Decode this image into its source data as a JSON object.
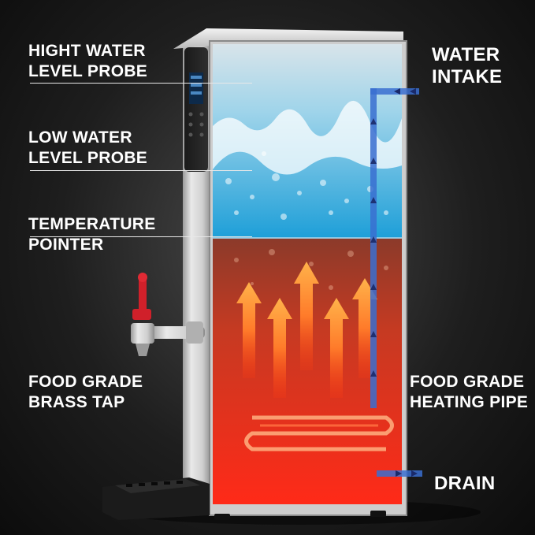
{
  "labels": {
    "high_probe": [
      "HIGHT WATER",
      "LEVEL PROBE"
    ],
    "low_probe": [
      "LOW WATER",
      "LEVEL PROBE"
    ],
    "temperature": [
      "TEMPERATURE",
      "POINTER"
    ],
    "brass_tap": [
      "FOOD GRADE",
      "BRASS TAP"
    ],
    "water_intake": [
      "WATER",
      "INTAKE"
    ],
    "heating_pipe": [
      "FOOD GRADE",
      "HEATING PIPE"
    ],
    "drain": "DRAIN"
  },
  "colors": {
    "hot_water": "#c8281a",
    "cold_water": "#2fa6d8",
    "arrow": "#ff8a2a",
    "pipe": "#4a7fd8",
    "tap_handle": "#d0202a"
  },
  "icons": [
    "water-intake-arrow-icon",
    "drain-arrow-icon",
    "heat-arrow-icon"
  ]
}
